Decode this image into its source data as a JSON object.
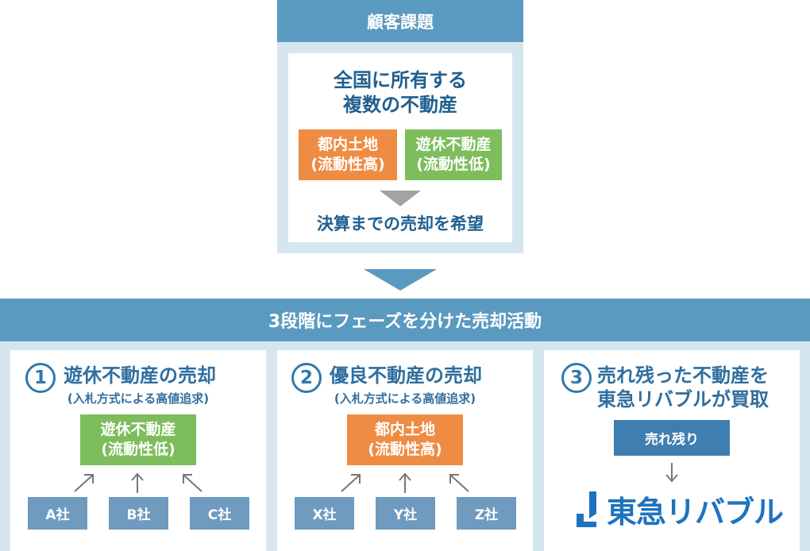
{
  "customer": {
    "header": "顧客課題",
    "title_lines": [
      "全国に所有する",
      "複数の不動産"
    ],
    "orange_box": [
      "都内土地",
      "(流動性高)"
    ],
    "green_box": [
      "遊休不動産",
      "(流動性低)"
    ],
    "result": "決算までの売却を希望"
  },
  "activity": {
    "header": "3段階にフェーズを分けた売却活動",
    "col1": {
      "num": "1",
      "title": "遊休不動産の売却",
      "subtitle": "(入札方式による高値追求)",
      "box": [
        "遊休不動産",
        "(流動性低)"
      ],
      "companies": [
        "A社",
        "B社",
        "C社"
      ]
    },
    "col2": {
      "num": "2",
      "title": "優良不動産の売却",
      "subtitle": "(入札方式による高値追求)",
      "box": [
        "都内土地",
        "(流動性高)"
      ],
      "companies": [
        "X社",
        "Y社",
        "Z社"
      ]
    },
    "col3": {
      "num": "3",
      "title_lines": [
        "売れ残った不動産を",
        "東急リバブルが買取"
      ],
      "box": "売れ残り",
      "logo_text": "東急リバブル"
    }
  },
  "colors": {
    "header": "#5b9ac0",
    "pale": "#d6e6ef",
    "orange": "#ee8c43",
    "green": "#7dbd5c",
    "company": "#6e9bbf",
    "text": "#1f5f8f"
  },
  "icons": {
    "down_triangle": "triangle-down-icon",
    "arrow": "arrow-icon",
    "logo": "livable-logo-icon"
  }
}
